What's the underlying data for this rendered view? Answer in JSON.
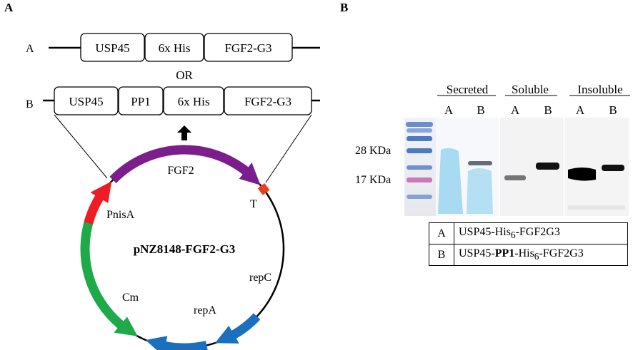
{
  "panel_a": {
    "panel_label": "A",
    "construct_a": {
      "row_label": "A",
      "boxes": [
        "USP45",
        "6x His",
        "FGF2-G3"
      ]
    },
    "or_text": "OR",
    "construct_b": {
      "row_label": "B",
      "boxes": [
        "USP45",
        "PP1",
        "6x His",
        "FGF2-G3"
      ]
    },
    "plasmid": {
      "name": "pNZ8148-FGF2-G3",
      "features": [
        {
          "label": "FGF2",
          "color": "#7b1e8c"
        },
        {
          "label": "T",
          "color": "#e8401c"
        },
        {
          "label": "repC",
          "color": "#1b6fbf"
        },
        {
          "label": "repA",
          "color": "#1b6fbf"
        },
        {
          "label": "Cm",
          "color": "#1faa4a"
        },
        {
          "label": "PnisA",
          "color": "#ee1c24"
        }
      ]
    }
  },
  "panel_b": {
    "panel_label": "B",
    "groups": [
      {
        "name": "Secreted",
        "lanes": [
          "A",
          "B"
        ]
      },
      {
        "name": "Soluble",
        "lanes": [
          "A",
          "B"
        ]
      },
      {
        "name": "Insoluble",
        "lanes": [
          "A",
          "B"
        ]
      }
    ],
    "markers": [
      "28 KDa",
      "17 KDa"
    ],
    "legend": [
      {
        "key": "A",
        "prefix": "USP45-His",
        "sub": "6",
        "suffix": "-FGF2G3",
        "bold": ""
      },
      {
        "key": "B",
        "prefix": "USP45-",
        "bold": "PP1",
        "mid": "-His",
        "sub": "6",
        "suffix": "-FGF2G3"
      }
    ]
  }
}
